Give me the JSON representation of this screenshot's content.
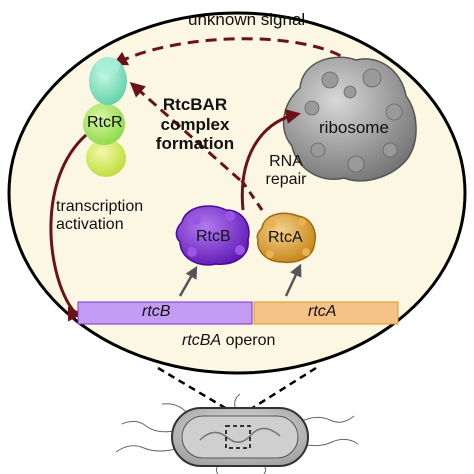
{
  "labels": {
    "unknown_signal": "unknown signal",
    "rtcr": "RtcR",
    "complex_line1": "RtcBAR",
    "complex_line2": "complex",
    "complex_line3": "formation",
    "ribosome": "ribosome",
    "rna_repair_line1": "RNA",
    "rna_repair_line2": "repair",
    "transcription_line1": "transcription",
    "transcription_line2": "activation",
    "rtcb_protein": "RtcB",
    "rtca_protein": "RtcA",
    "rtcb_gene": "rtcB",
    "rtca_gene": "rtcA",
    "operon_italic": "rtcBA",
    "operon_rest": " operon"
  },
  "icons": {
    "rtcr_protein": "rtcr-protein-icon",
    "ribosome": "ribosome-icon",
    "rtcb_protein": "rtcb-protein-icon",
    "rtca_protein": "rtca-protein-icon",
    "bacterium": "bacterium-icon"
  },
  "colors": {
    "background": "#ffffff",
    "cell_fill": "#fbf7e2",
    "arrow_dark_red": "#6b1218",
    "rtcb_purple": "#7b2fd0",
    "rtcb_gene_bar": "#c59cf3",
    "rtca_orange": "#d89a28",
    "rtca_gene_bar": "#f4c385",
    "ribosome_gray": "#8a8a8a",
    "rtcr_top": "#8ee6c4",
    "rtcr_mid": "#aee86a",
    "rtcr_bottom": "#d2ee60"
  }
}
